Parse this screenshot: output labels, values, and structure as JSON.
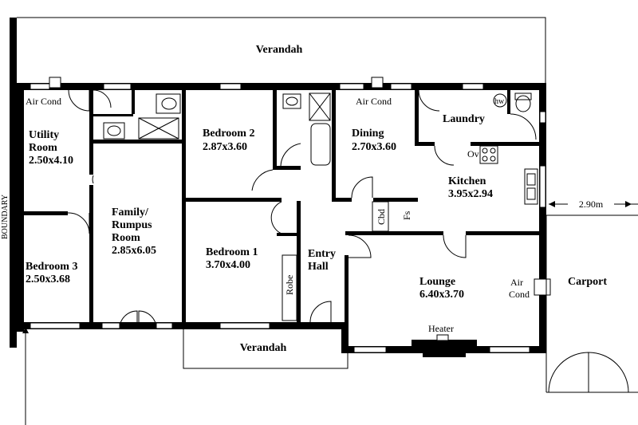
{
  "rooms": {
    "verandah_top": "Verandah",
    "verandah_front": "Verandah",
    "utility": {
      "name1": "Utility",
      "name2": "Room",
      "size": "2.50x4.10"
    },
    "bedroom2": {
      "name": "Bedroom 2",
      "size": "2.87x3.60"
    },
    "dining": {
      "name": "Dining",
      "size": "2.70x3.60"
    },
    "laundry": "Laundry",
    "kitchen": {
      "name": "Kitchen",
      "size": "3.95x2.94"
    },
    "family": {
      "name1": "Family/",
      "name2": "Rumpus",
      "name3": "Room",
      "size": "2.85x6.05"
    },
    "bedroom3": {
      "name": "Bedroom 3",
      "size": "2.50x3.68"
    },
    "bedroom1": {
      "name": "Bedroom 1",
      "size": "3.70x4.00"
    },
    "entry": {
      "name1": "Entry",
      "name2": "Hall"
    },
    "lounge": {
      "name": "Lounge",
      "size": "6.40x3.70"
    },
    "carport": "Carport"
  },
  "labels": {
    "aircond_left": "Air Cond",
    "aircond_mid": "Air Cond",
    "aircond_lounge1": "Air",
    "aircond_lounge2": "Cond",
    "hw": "hw",
    "ov": "Ov",
    "cbd": "Cbd",
    "fs": "Fs",
    "robe": "Robe",
    "heater": "Heater",
    "boundary": "BOUNDARY",
    "carport_width": "2.90m"
  }
}
